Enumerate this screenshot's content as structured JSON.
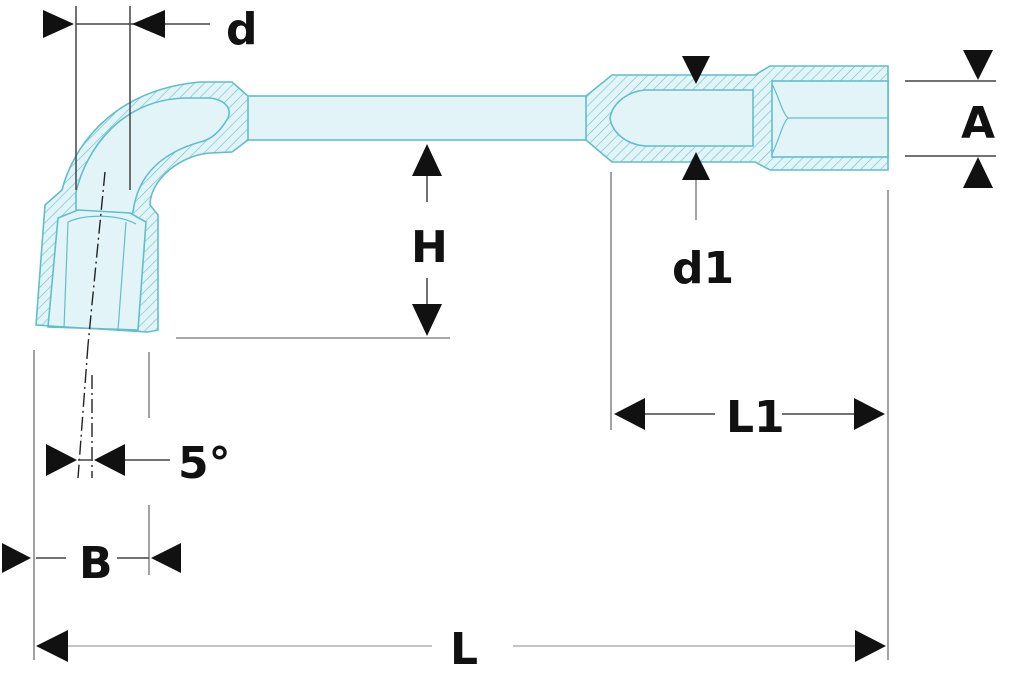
{
  "diagram": {
    "subject": "angled socket wrench (pipe wrench) dimension drawing",
    "colors": {
      "body_fill": "#e3f4f9",
      "outline": "#5fbfc9",
      "hatch": "#6fc4cc",
      "dimension_lines": "#444444",
      "labels": "#111111"
    },
    "labels": {
      "d": "d",
      "d1": "d1",
      "A": "A",
      "H": "H",
      "B": "B",
      "angle": "5°",
      "L1": "L1",
      "L": "L"
    }
  }
}
